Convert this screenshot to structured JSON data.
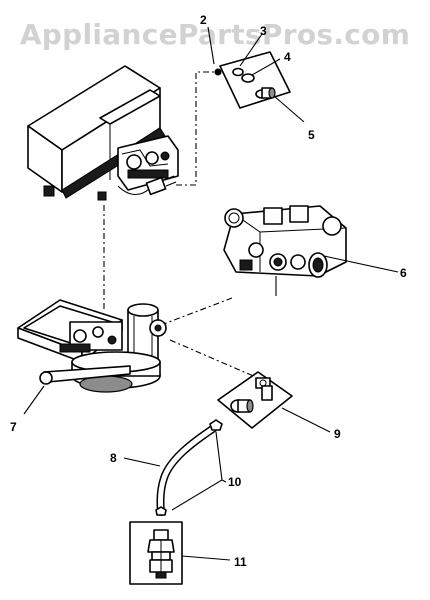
{
  "watermark": "AppliancePartsPros.com",
  "part_labels": {
    "p2": "2",
    "p3": "3",
    "p4": "4",
    "p5": "5",
    "p6": "6",
    "p7": "7",
    "p8": "8",
    "p9": "9",
    "p10": "10",
    "p11": "11"
  }
}
